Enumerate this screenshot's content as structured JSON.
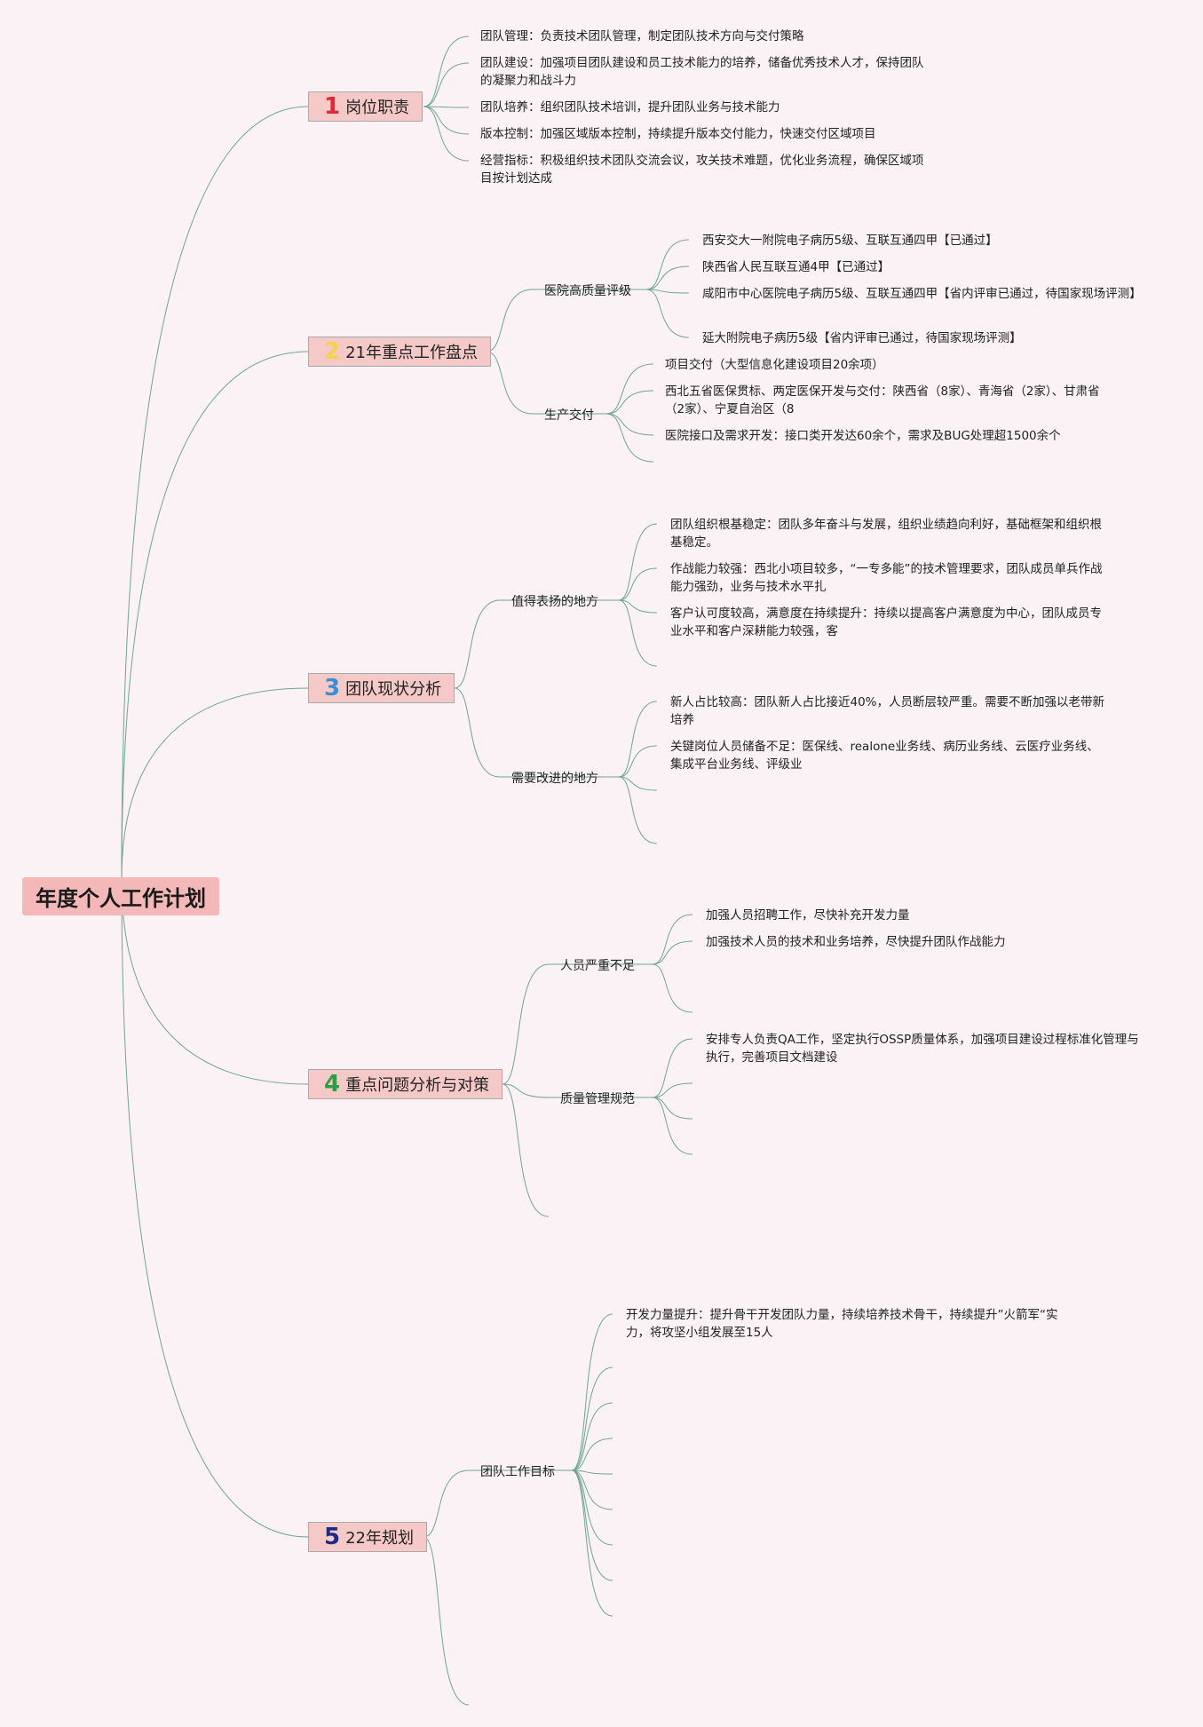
{
  "root": {
    "title": "年度个人工作计划"
  },
  "colors": {
    "line": "#6fa596",
    "root_bg": "#f4b8b8",
    "main_bg": "#f5c9c7",
    "num1": "#d92b3a",
    "num2": "#f2d34a",
    "num3": "#3a8ed6",
    "num4": "#2e9e46",
    "num5": "#1d2a86"
  },
  "branches": [
    {
      "num": "1",
      "title": "岗位职责",
      "leaves": [
        "团队管理：负责技术团队管理，制定团队技术方向与交付策略",
        "团队建设：加强项目团队建设和员工技术能力的培养，储备优秀技术人才，保持团队的凝聚力和战斗力",
        "团队培养：组织团队技术培训，提升团队业务与技术能力",
        "版本控制：加强区域版本控制，持续提升版本交付能力，快速交付区域项目",
        "经营指标：积极组织技术团队交流会议，攻关技术难题，优化业务流程，确保区域项目按计划达成"
      ]
    },
    {
      "num": "2",
      "title": "21年重点工作盘点",
      "subs": [
        {
          "label": "医院高质量评级",
          "leaves": [
            "西安交大一附院电子病历5级、互联互通四甲【已通过】",
            "陕西省人民互联互通4甲【已通过】",
            "咸阳市中心医院电子病历5级、互联互通四甲【省内评审已通过，待国家现场评测】",
            "延大附院电子病历5级【省内评审已通过，待国家现场评测】"
          ]
        },
        {
          "label": "生产交付",
          "leaves": [
            "项目交付（大型信息化建设项目20余项）",
            "西北五省医保贯标、两定医保开发与交付：陕西省（8家）、青海省（2家）、甘肃省（2家）、宁夏自治区（8",
            "医院接口及需求开发：接口类开发达60余个，需求及BUG处理超1500余个"
          ]
        }
      ]
    },
    {
      "num": "3",
      "title": "团队现状分析",
      "subs": [
        {
          "label": "值得表扬的地方",
          "leaves": [
            "团队组织根基稳定：团队多年奋斗与发展，组织业绩趋向利好，基础框架和组织根基稳定。",
            "作战能力较强：西北小项目较多，“一专多能”的技术管理要求，团队成员单兵作战能力强劲，业务与技术水平扎",
            "客户认可度较高，满意度在持续提升：持续以提高客户满意度为中心，团队成员专业水平和客户深耕能力较强，客"
          ]
        },
        {
          "label": "需要改进的地方",
          "leaves": [
            "新人占比较高：团队新人占比接近40%，人员断层较严重。需要不断加强以老带新培养",
            "关键岗位人员储备不足：医保线、realone业务线、病历业务线、云医疗业务线、集成平台业务线、评级业"
          ]
        }
      ]
    },
    {
      "num": "4",
      "title": "重点问题分析与对策",
      "subs": [
        {
          "label": "人员严重不足",
          "leaves": [
            "加强人员招聘工作，尽快补充开发力量",
            "加强技术人员的技术和业务培养，尽快提升团队作战能力"
          ]
        },
        {
          "label": "质量管理规范",
          "leaves": [
            "安排专人负责QA工作，坚定执行OSSP质量体系，加强项目建设过程标准化管理与执行，完善项目文档建设"
          ]
        }
      ]
    },
    {
      "num": "5",
      "title": "22年规划",
      "subs": [
        {
          "label": "团队工作目标",
          "leaves": [
            "开发力量提升：提升骨干开发团队力量，持续培养技术骨干，持续提升”火箭军“实力，将攻坚小组发展至15人"
          ]
        }
      ]
    }
  ]
}
